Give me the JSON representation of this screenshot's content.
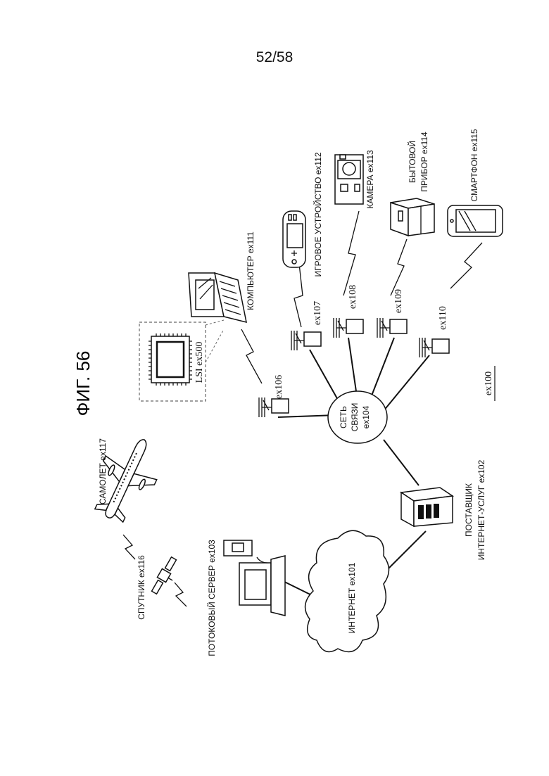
{
  "page_number": "52/58",
  "figure_title": "ФИГ. 56",
  "system_ref": "ex100",
  "nodes": {
    "airplane": "САМОЛЕТ ex117",
    "satellite": "СПУТНИК ex116",
    "streaming_server": "ПОТОКОВЫЙ СЕРВЕР ex103",
    "internet": "ИНТЕРНЕТ ex101",
    "isp_line1": "ПОСТАВЩИК",
    "isp_line2": "ИНТЕРНЕТ-УСЛУГ ex102",
    "network_line1": "СЕТЬ",
    "network_line2": "СВЯЗИ",
    "network_line3": "ex104",
    "lsi": "LSI ex500",
    "computer": "КОМПЬЮТЕР ex111",
    "game_device": "ИГРОВОЕ УСТРОЙСТВО ex112",
    "camera": "КАМЕРА ex113",
    "appliance_line1": "БЫТОВОЙ",
    "appliance_line2": "ПРИБОР ex114",
    "smartphone": "СМАРТФОН ex115"
  },
  "base_stations": [
    "ex106",
    "ex107",
    "ex108",
    "ex109",
    "ex110"
  ]
}
